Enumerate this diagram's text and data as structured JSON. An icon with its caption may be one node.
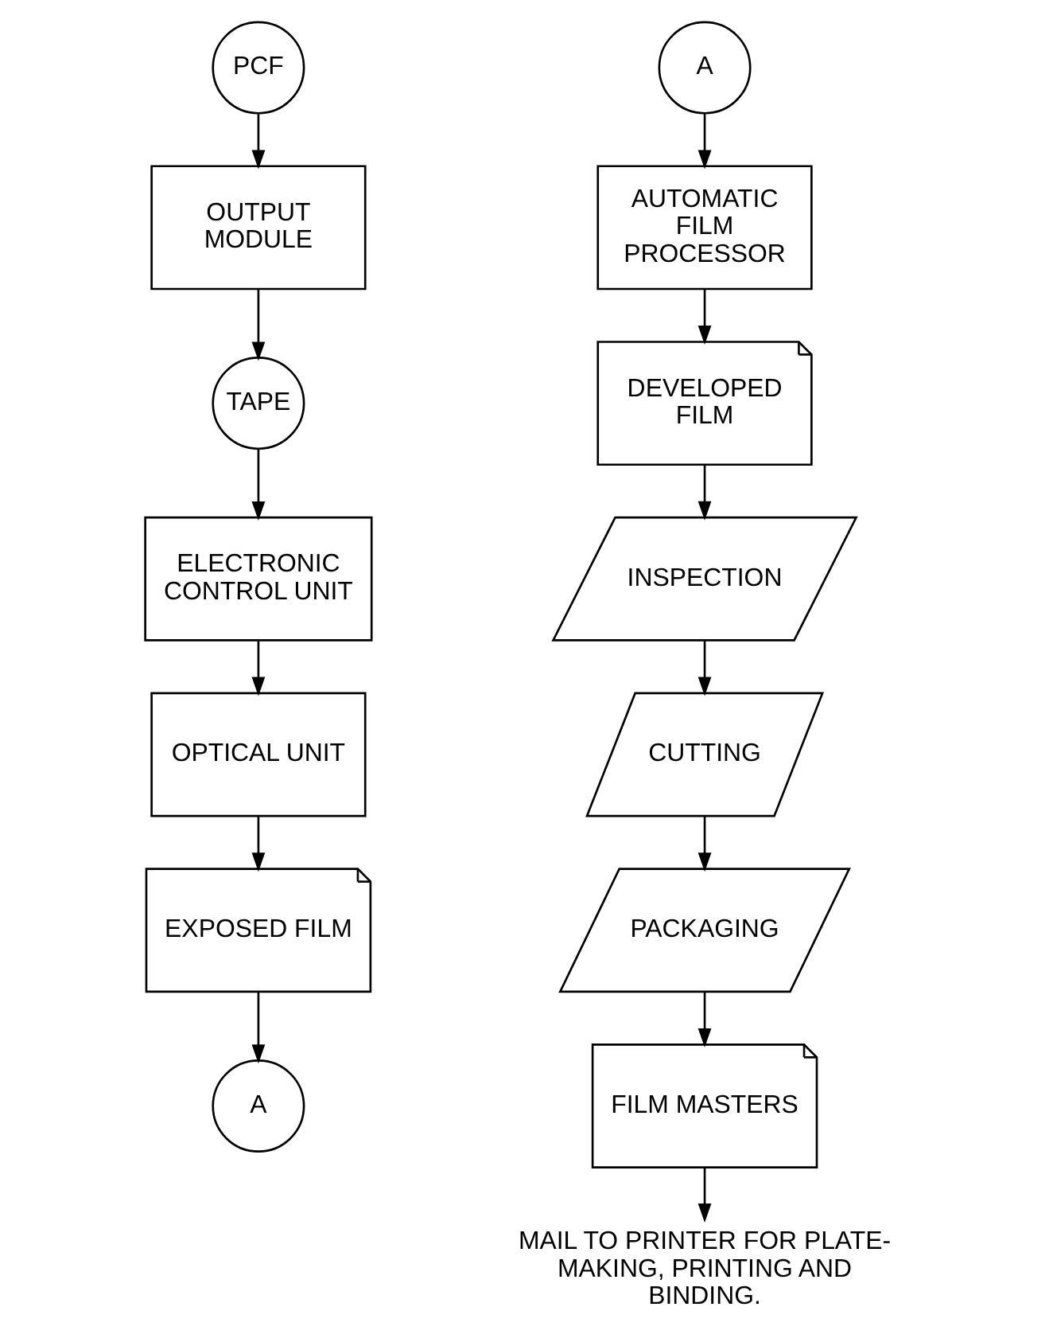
{
  "diagram": {
    "nodes": [
      {
        "text": [
          "PCF"
        ]
      },
      {
        "text": [
          "OUTPUT MODULE"
        ]
      },
      {
        "text": [
          "TAPE"
        ]
      },
      {
        "text": [
          "ELECTRONIC CONTROL UNIT"
        ]
      },
      {
        "text": [
          "OPTICAL UNIT"
        ]
      },
      {
        "text": [
          "EXPOSED FILM"
        ]
      },
      {
        "text": [
          "A"
        ]
      },
      {
        "text": [
          "A"
        ]
      },
      {
        "text": [
          "AUTOMATIC FILM PROCESSOR"
        ]
      },
      {
        "text": [
          "DEVELOPED FILM"
        ]
      },
      {
        "text": [
          "INSPECTION"
        ]
      },
      {
        "text": [
          "CUTTING"
        ]
      },
      {
        "text": [
          "PACKAGING"
        ]
      },
      {
        "text": [
          "FILM MASTERS"
        ]
      },
      {
        "text": [
          "MAIL TO PRINTER FOR PLATE-MAKING, PRINTING AND BINDING."
        ]
      }
    ],
    "edges": [
      {
        "from": 0,
        "to": 1,
        "arrow": "to"
      },
      {
        "from": 1,
        "to": 2,
        "arrow": "to"
      },
      {
        "from": 2,
        "to": 3,
        "arrow": "to"
      },
      {
        "from": 3,
        "to": 4,
        "arrow": "to"
      },
      {
        "from": 4,
        "to": 5,
        "arrow": "to"
      },
      {
        "from": 5,
        "to": 6,
        "arrow": "to"
      },
      {
        "from": 7,
        "to": 8,
        "arrow": "to"
      },
      {
        "from": 8,
        "to": 9,
        "arrow": "to"
      },
      {
        "from": 9,
        "to": 10,
        "arrow": "to"
      },
      {
        "from": 10,
        "to": 11,
        "arrow": "to"
      },
      {
        "from": 11,
        "to": 12,
        "arrow": "to"
      },
      {
        "from": 12,
        "to": 13,
        "arrow": "to"
      },
      {
        "from": 13,
        "to": 14,
        "arrow": "to"
      }
    ]
  }
}
